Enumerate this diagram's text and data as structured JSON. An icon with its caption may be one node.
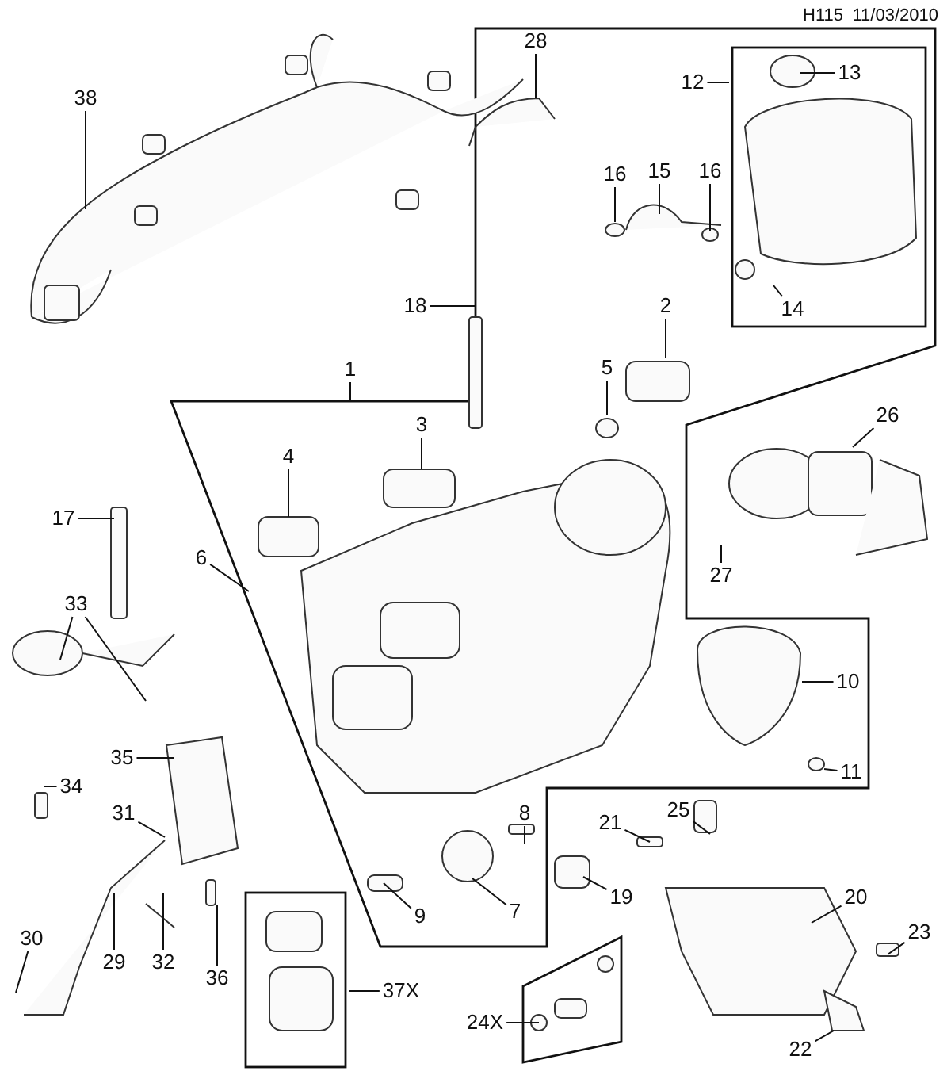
{
  "diagram": {
    "nodes": [
      {
        "text": [
          "38"
        ]
      },
      {
        "text": [
          "28"
        ]
      },
      {
        "text": [
          "12"
        ]
      },
      {
        "text": [
          "13"
        ]
      },
      {
        "text": [
          "15"
        ]
      },
      {
        "text": [
          "16"
        ]
      },
      {
        "text": [
          "16"
        ]
      },
      {
        "text": [
          "14"
        ]
      },
      {
        "text": [
          "18"
        ]
      },
      {
        "text": [
          "2"
        ]
      },
      {
        "text": [
          "1"
        ]
      },
      {
        "text": [
          "5"
        ]
      },
      {
        "text": [
          "26"
        ]
      },
      {
        "text": [
          "3"
        ]
      },
      {
        "text": [
          "4"
        ]
      },
      {
        "text": [
          "17"
        ]
      },
      {
        "text": [
          "6"
        ]
      },
      {
        "text": [
          "27"
        ]
      },
      {
        "text": [
          "33"
        ]
      },
      {
        "text": [
          "10"
        ]
      },
      {
        "text": [
          "35"
        ]
      },
      {
        "text": [
          "34"
        ]
      },
      {
        "text": [
          "11"
        ]
      },
      {
        "text": [
          "31"
        ]
      },
      {
        "text": [
          "8"
        ]
      },
      {
        "text": [
          "21"
        ]
      },
      {
        "text": [
          "25"
        ]
      },
      {
        "text": [
          "19"
        ]
      },
      {
        "text": [
          "20"
        ]
      },
      {
        "text": [
          "9"
        ]
      },
      {
        "text": [
          "7"
        ]
      },
      {
        "text": [
          "23"
        ]
      },
      {
        "text": [
          "30"
        ]
      },
      {
        "text": [
          "29"
        ]
      },
      {
        "text": [
          "32"
        ]
      },
      {
        "text": [
          "36"
        ]
      },
      {
        "text": [
          "37X"
        ]
      },
      {
        "text": [
          "24X"
        ]
      },
      {
        "text": [
          "22"
        ]
      }
    ],
    "edges": [
      {
        "from": 0,
        "to": null,
        "arrow": "none"
      },
      {
        "from": 1,
        "to": null,
        "arrow": "none"
      },
      {
        "from": 2,
        "to": null,
        "arrow": "none"
      },
      {
        "from": 3,
        "to": null,
        "arrow": "none"
      },
      {
        "from": 4,
        "to": null,
        "arrow": "none"
      },
      {
        "from": 5,
        "to": null,
        "arrow": "none"
      },
      {
        "from": 6,
        "to": null,
        "arrow": "none"
      },
      {
        "from": 7,
        "to": null,
        "arrow": "none"
      },
      {
        "from": 8,
        "to": null,
        "arrow": "none"
      },
      {
        "from": 9,
        "to": null,
        "arrow": "none"
      },
      {
        "from": 10,
        "to": null,
        "arrow": "none"
      },
      {
        "from": 11,
        "to": null,
        "arrow": "none"
      },
      {
        "from": 12,
        "to": null,
        "arrow": "none"
      },
      {
        "from": 13,
        "to": null,
        "arrow": "none"
      },
      {
        "from": 14,
        "to": null,
        "arrow": "none"
      },
      {
        "from": 15,
        "to": null,
        "arrow": "none"
      },
      {
        "from": 16,
        "to": null,
        "arrow": "none"
      },
      {
        "from": 17,
        "to": null,
        "arrow": "none"
      },
      {
        "from": 18,
        "to": null,
        "arrow": "none"
      },
      {
        "from": 18,
        "to": null,
        "arrow": "none"
      },
      {
        "from": 19,
        "to": null,
        "arrow": "none"
      },
      {
        "from": 20,
        "to": null,
        "arrow": "none"
      },
      {
        "from": 21,
        "to": null,
        "arrow": "none"
      },
      {
        "from": 22,
        "to": null,
        "arrow": "none"
      },
      {
        "from": 23,
        "to": null,
        "arrow": "none"
      },
      {
        "from": 24,
        "to": null,
        "arrow": "none"
      },
      {
        "from": 25,
        "to": null,
        "arrow": "none"
      },
      {
        "from": 26,
        "to": null,
        "arrow": "none"
      },
      {
        "from": 27,
        "to": null,
        "arrow": "none"
      },
      {
        "from": 28,
        "to": null,
        "arrow": "none"
      },
      {
        "from": 29,
        "to": null,
        "arrow": "none"
      },
      {
        "from": 30,
        "to": null,
        "arrow": "none"
      },
      {
        "from": 31,
        "to": null,
        "arrow": "none"
      },
      {
        "from": 32,
        "to": null,
        "arrow": "none"
      },
      {
        "from": 33,
        "to": null,
        "arrow": "none"
      },
      {
        "from": 34,
        "to": null,
        "arrow": "none"
      },
      {
        "from": 35,
        "to": null,
        "arrow": "none"
      },
      {
        "from": 36,
        "to": null,
        "arrow": "none"
      },
      {
        "from": 37,
        "to": null,
        "arrow": "none"
      },
      {
        "from": 38,
        "to": null,
        "arrow": "none"
      }
    ],
    "labels": [
      "H115",
      "11/03/2010"
    ]
  }
}
